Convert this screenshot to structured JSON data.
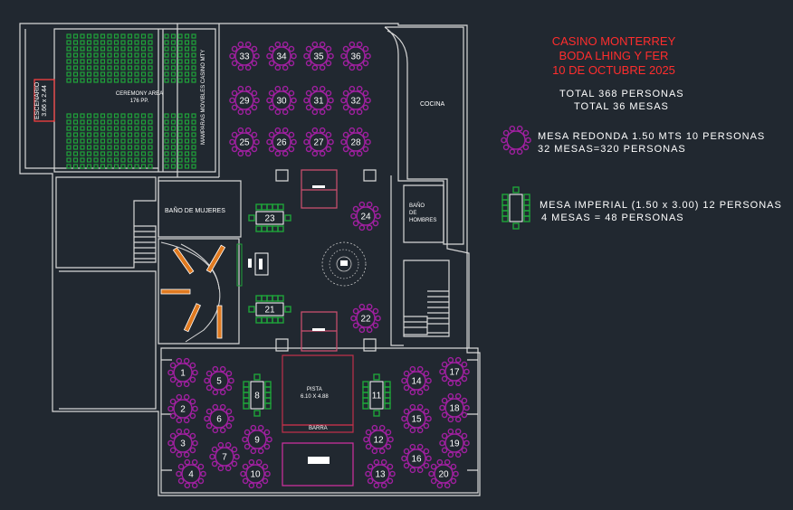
{
  "header": {
    "title": "CASINO MONTERREY",
    "subtitle": "BODA LHING Y FER",
    "date": "10 DE OCTUBRE 2025",
    "total_people": "TOTAL 368 PERSONAS",
    "total_tables": "TOTAL 36 MESAS"
  },
  "legend": {
    "round_title": "MESA REDONDA 1.50 MTS 10 PERSONAS",
    "round_count": "32 MESAS=320 PERSONAS",
    "imperial_title": "MESA IMPERIAL (1.50 x 3.00) 12 PERSONAS",
    "imperial_count": "4 MESAS = 48 PERSONAS"
  },
  "rooms": {
    "escenario": "ESCENARIO\n3.66 x 2.44",
    "ceremony": "CEREMONY AREA\n176 PP.",
    "mamparas": "MAMPARAS MOVIBLES CASINO MTY",
    "cocina": "COCINA",
    "bano_mujeres": "BAÑO DE MUJERES",
    "bano_hombres": "BAÑO\nDE\nHOMBRES",
    "pista": "PISTA\n6.10 X 4.88",
    "barra": "BARRA"
  },
  "colors": {
    "round": "#a020a0",
    "imperial": "#1fa33a",
    "walls": "#d8d8d8",
    "accent": "#ff2d2d",
    "dance": "#a0203a"
  },
  "tables": [
    {
      "n": "1",
      "type": "round"
    },
    {
      "n": "2",
      "type": "round"
    },
    {
      "n": "3",
      "type": "round"
    },
    {
      "n": "4",
      "type": "round"
    },
    {
      "n": "5",
      "type": "round"
    },
    {
      "n": "6",
      "type": "round"
    },
    {
      "n": "7",
      "type": "round"
    },
    {
      "n": "8",
      "type": "imperial"
    },
    {
      "n": "9",
      "type": "round"
    },
    {
      "n": "10",
      "type": "round"
    },
    {
      "n": "11",
      "type": "imperial"
    },
    {
      "n": "12",
      "type": "round"
    },
    {
      "n": "13",
      "type": "round"
    },
    {
      "n": "14",
      "type": "round"
    },
    {
      "n": "15",
      "type": "round"
    },
    {
      "n": "16",
      "type": "round"
    },
    {
      "n": "17",
      "type": "round"
    },
    {
      "n": "18",
      "type": "round"
    },
    {
      "n": "19",
      "type": "round"
    },
    {
      "n": "20",
      "type": "round"
    },
    {
      "n": "21",
      "type": "imperial"
    },
    {
      "n": "22",
      "type": "round"
    },
    {
      "n": "23",
      "type": "imperial"
    },
    {
      "n": "24",
      "type": "round"
    },
    {
      "n": "25",
      "type": "round"
    },
    {
      "n": "26",
      "type": "round"
    },
    {
      "n": "27",
      "type": "round"
    },
    {
      "n": "28",
      "type": "round"
    },
    {
      "n": "29",
      "type": "round"
    },
    {
      "n": "30",
      "type": "round"
    },
    {
      "n": "31",
      "type": "round"
    },
    {
      "n": "32",
      "type": "round"
    },
    {
      "n": "33",
      "type": "round"
    },
    {
      "n": "34",
      "type": "round"
    },
    {
      "n": "35",
      "type": "round"
    },
    {
      "n": "36",
      "type": "round"
    }
  ]
}
